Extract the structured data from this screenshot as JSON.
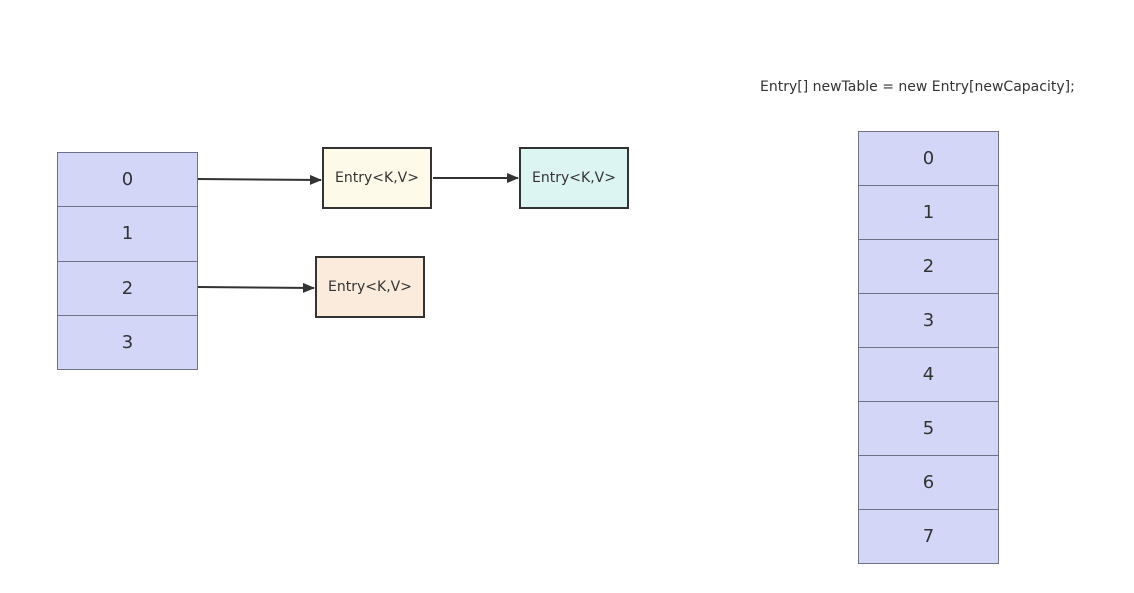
{
  "old_table": {
    "cells": [
      "0",
      "1",
      "2",
      "3"
    ],
    "color": "#d4d6f8"
  },
  "new_table": {
    "caption": "Entry[] newTable = new Entry[newCapacity];",
    "cells": [
      "0",
      "1",
      "2",
      "3",
      "4",
      "5",
      "6",
      "7"
    ],
    "color": "#d4d6f8"
  },
  "entries": [
    {
      "id": "entry-a",
      "label": "Entry<K,V>",
      "fill": "#fefaea"
    },
    {
      "id": "entry-b",
      "label": "Entry<K,V>",
      "fill": "#dcf5f3"
    },
    {
      "id": "entry-c",
      "label": "Entry<K,V>",
      "fill": "#fbebdc"
    }
  ]
}
